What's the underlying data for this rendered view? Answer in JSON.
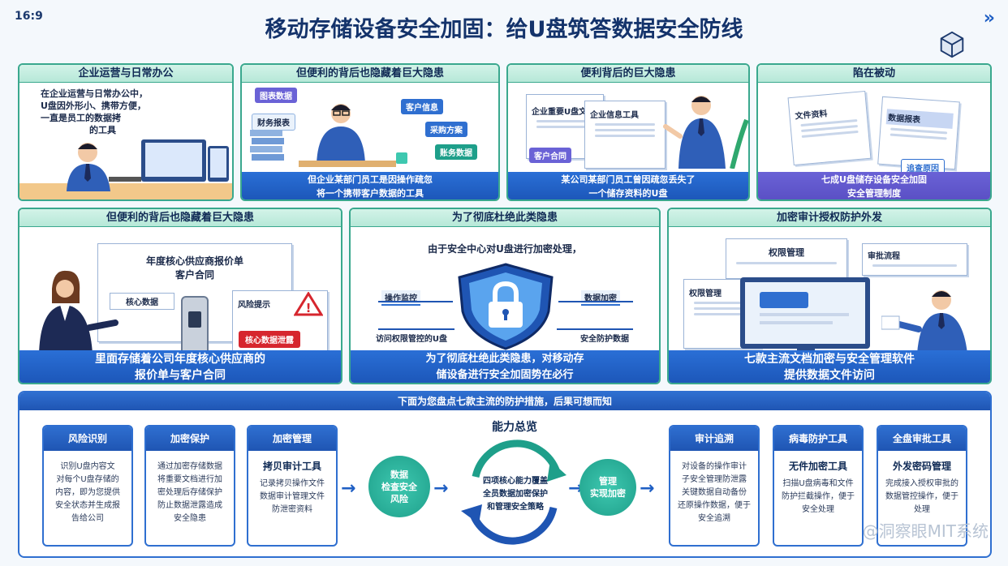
{
  "header": {
    "ratio": "16:9",
    "title": "移动存储设备安全加固：给U盘筑答数据安全防线",
    "nav": "»"
  },
  "row1": [
    {
      "title": "企业运营与日常办公",
      "text": [
        "在企业运营与日常办公中，",
        "U盘因外形小、携带方便，",
        "一直是员工的数据拷",
        "的工具"
      ]
    },
    {
      "title": "但便利的背后也隐藏着巨大隐患",
      "tags": [
        "图表数据",
        "财务报表",
        "客户信息",
        "采购方案",
        "账务数据"
      ],
      "caption": [
        "但企业某部门员工是因操作疏忽",
        "将一个携带客户数据的工具"
      ]
    },
    {
      "title": "便利背后的巨大隐患",
      "doc1": "企业重要U盘文件",
      "doc2": "企业信息工具",
      "tag": "客户合同",
      "caption": [
        "某公司某部门员工曾因疏忽丢失了",
        "一个储存资料的U盘"
      ]
    },
    {
      "title": "陷在被动",
      "doc1": "文件资料",
      "doc2": "数据报表",
      "tag": "追查原因",
      "caption": [
        "七成U盘储存设备安全加固",
        "安全管理制度"
      ]
    }
  ],
  "row2": [
    {
      "title": "但便利的背后也隐藏着巨大隐患",
      "doc_title": [
        "年度核心供应商报价单",
        "客户合同"
      ],
      "field": "核心数据",
      "tag": "核心数据泄露",
      "warn": "风险提示",
      "caption": [
        "里面存储着公司年度核心供应商的",
        "报价单与客户合同"
      ]
    },
    {
      "title": "为了彻底杜绝此类隐患",
      "lead": "由于安全中心对U盘进行加密处理，",
      "left_tags": [
        "操作监控",
        "访问权限管控的U盘"
      ],
      "right_tags": [
        "数据加密",
        "安全防护数据"
      ],
      "caption": [
        "为了彻底杜绝此类隐患，对移动存",
        "储设备进行安全加固势在必行"
      ]
    },
    {
      "title": "加密审计授权防护外发",
      "doc1": "权限管理",
      "doc2": "审批流程",
      "doc3": "权限管理",
      "caption": [
        "七款主流文档加密与安全管理软件",
        "提供数据文件访问"
      ]
    }
  ],
  "bottom": {
    "head": "下面为您盘点七款主流的防护措施，后果可想而知",
    "center_title": "能力总览",
    "left_cards": [
      {
        "title": "风险识别",
        "sub": "",
        "text": [
          "识别U盘内容文",
          "对每个U盘存储的",
          "内容，即为您提供",
          "安全状态并生成报",
          "告给公司"
        ]
      },
      {
        "title": "加密保护",
        "sub": "",
        "text": [
          "通过加密存储数据",
          "将重要文档进行加",
          "密处理后存储保护",
          "防止数据泄露造成",
          "安全隐患"
        ]
      },
      {
        "title": "加密管理",
        "sub": "拷贝审计工具",
        "text": [
          "记录拷贝操作文件",
          "数据审计管理文件",
          "防泄密资料"
        ]
      }
    ],
    "right_cards": [
      {
        "title": "审计追溯",
        "sub": "",
        "text": [
          "对设备的操作审计",
          "子安全管理防泄露",
          "关键数据自动备份",
          "还原操作数据，便于",
          "安全追溯"
        ]
      },
      {
        "title": "病毒防护工具",
        "sub": "无件加密工具",
        "text": [
          "扫描U盘病毒和文件",
          "防护拦截操作，便于",
          "安全处理"
        ]
      },
      {
        "title": "全盘审批工具",
        "sub": "外发密码管理",
        "text": [
          "完成接入授权审批的",
          "数据管控操作，便于",
          "处理"
        ]
      }
    ],
    "circle_left": [
      "数据",
      "检查安全",
      "风险"
    ],
    "circle_center": [
      "四项核心能力覆盖",
      "全员数据加密保护",
      "和管理安全策略"
    ],
    "circle_right": [
      "管理",
      "实现加密"
    ]
  },
  "watermark": "@洞察眼MIT系统"
}
